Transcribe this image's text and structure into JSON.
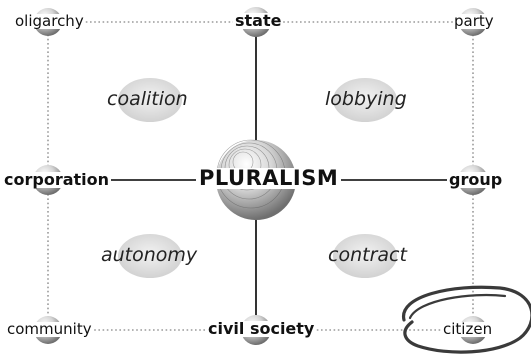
{
  "center_label": "PLURALISM",
  "nodes": {
    "top_left": "oligarchy",
    "top_center": "state",
    "top_right": "party",
    "mid_left": "corporation",
    "mid_right": "group",
    "bottom_left": "community",
    "bottom_center": "civil society",
    "bottom_right": "citizen"
  },
  "quadrants": {
    "top_left": "coalition",
    "top_right": "lobbying",
    "bottom_left": "autonomy",
    "bottom_right": "contract"
  },
  "colors": {
    "solid_line": "#000000",
    "dotted_line": "#9a9a9a",
    "sphere_light": "#ffffff",
    "sphere_dark": "#6f6f6f",
    "oval_fill": "#d9d9d9",
    "circle_mark": "#3a3a3a"
  }
}
